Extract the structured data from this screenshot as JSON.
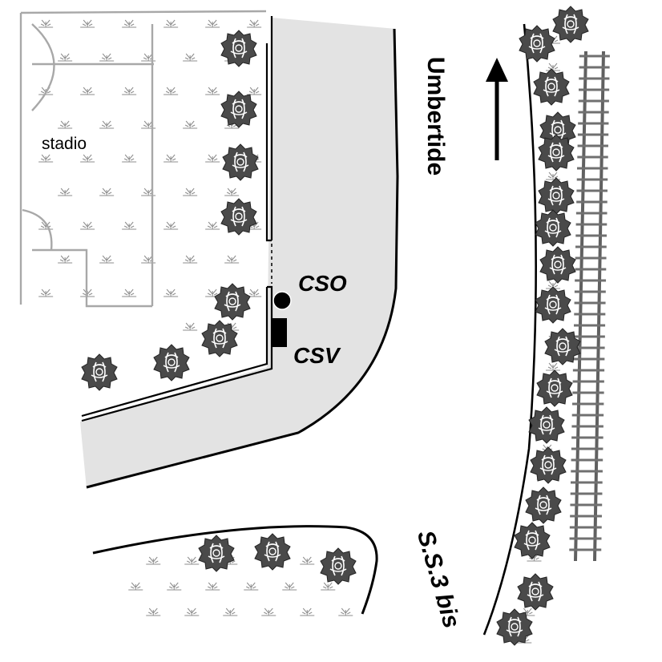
{
  "labels": {
    "stadium": "stadio",
    "cso": "CSO",
    "csv": "CSV",
    "direction": "Umbertide",
    "highway": "S.S.3 bis"
  },
  "symbols": {
    "tree_icon": "tree-icon",
    "grass_icon": "grass-tuft-icon",
    "cso_marker": "filled-circle",
    "csv_marker": "filled-rectangle",
    "direction_arrow": "arrow-up-icon"
  },
  "colors": {
    "road_fill": "#e3e3e3",
    "stadium_lines": "#a8a8a8",
    "tree_fill": "#4a4a4a",
    "ink": "#000000",
    "rail": "#606060"
  }
}
